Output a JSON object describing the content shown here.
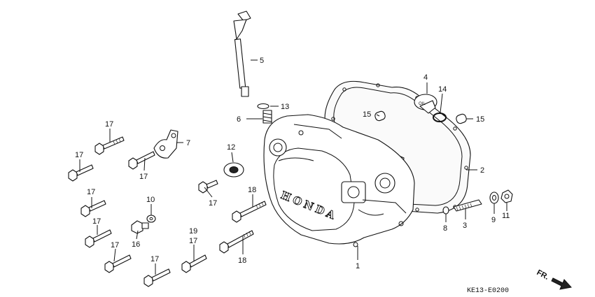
{
  "callouts": {
    "c1": "1",
    "c2": "2",
    "c3": "3",
    "c4": "4",
    "c5": "5",
    "c6": "6",
    "c7": "7",
    "c8": "8",
    "c9": "9",
    "c10": "10",
    "c11": "11",
    "c12": "12",
    "c13": "13",
    "c14": "14",
    "c15a": "15",
    "c15b": "15",
    "c16": "16",
    "c17a": "17",
    "c17b": "17",
    "c17c": "17",
    "c17d": "17",
    "c17e": "17",
    "c17f": "17",
    "c17g": "17",
    "c17h": "17",
    "c17i": "17",
    "c18a": "18",
    "c18b": "18",
    "c19": "19"
  },
  "cover_brand": "HONDA",
  "oil_cap_mark": "OIL",
  "direction_label": "FR.",
  "diagram_code": "KE13-E0200"
}
